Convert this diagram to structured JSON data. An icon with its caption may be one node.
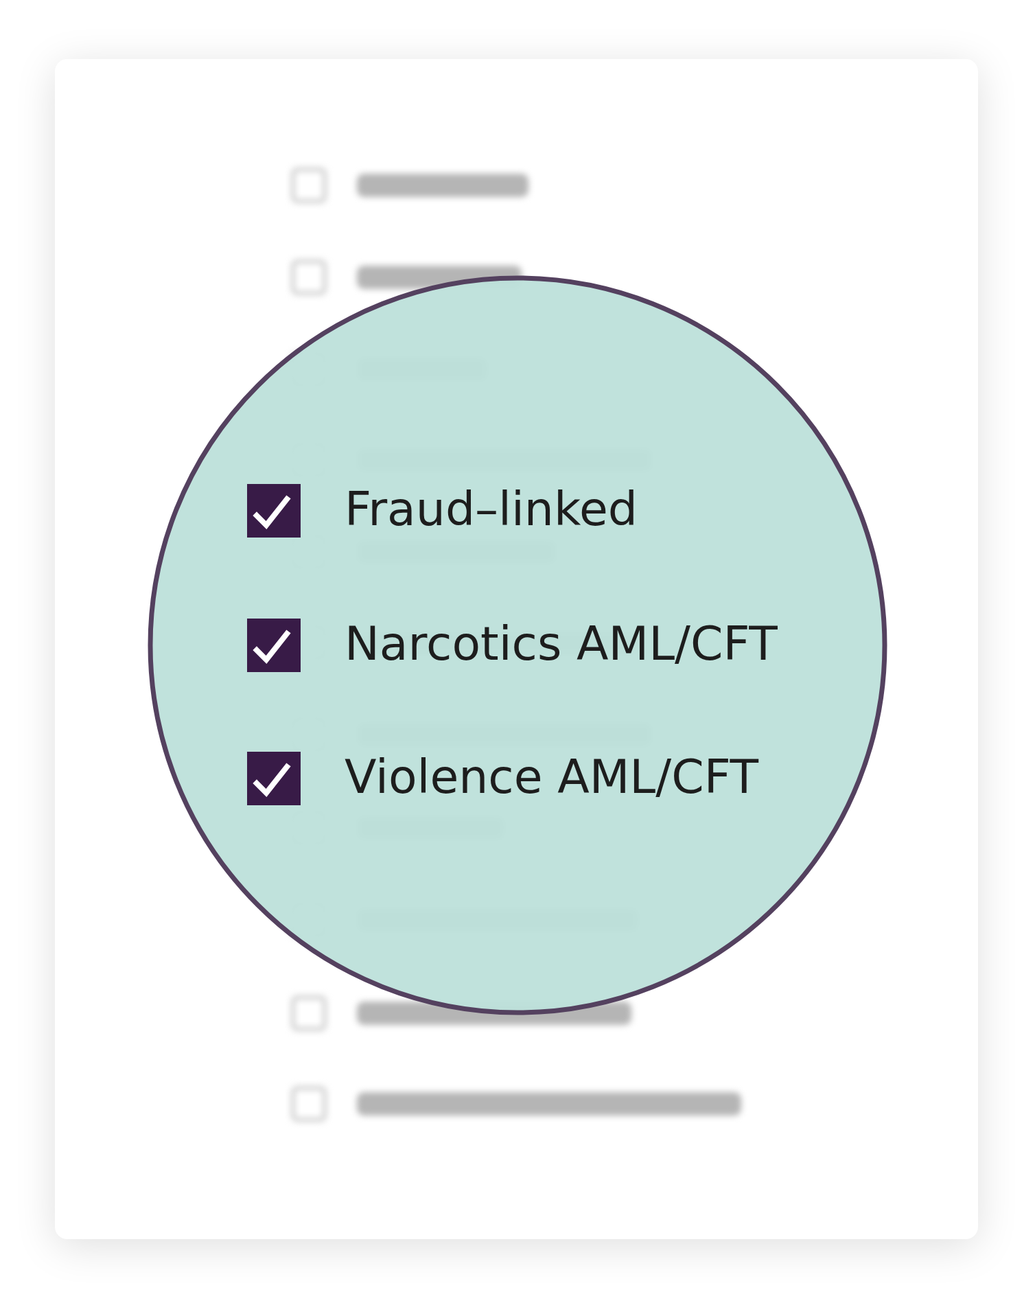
{
  "diagram": {
    "labels": [
      "Fraud–linked",
      "Narcotics AML/CFT",
      "Violence AML/CFT"
    ]
  }
}
